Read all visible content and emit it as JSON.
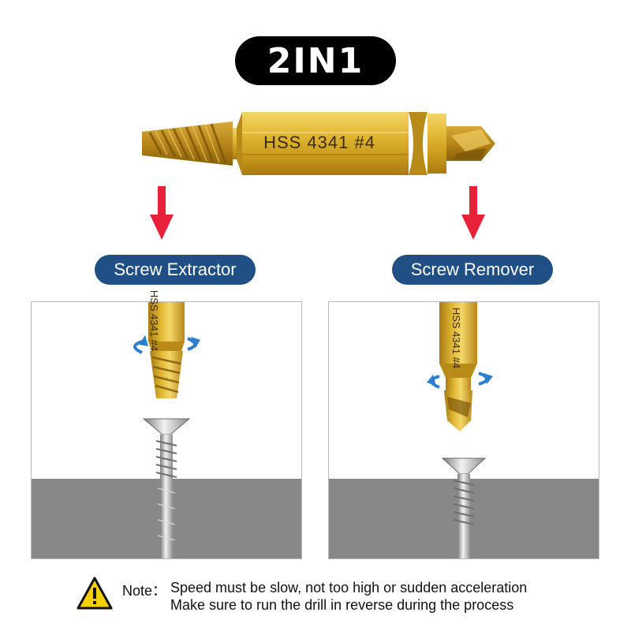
{
  "title": "2IN1",
  "bit_engraving": "HSS 4341 #4",
  "left_label": "Screw Extractor",
  "right_label": "Screw Remover",
  "note": {
    "label": "Note：",
    "line1": "Speed must be slow, not too high or sudden acceleration",
    "line2": "Make sure to run the drill in reverse during the process"
  },
  "icons": {
    "warning": "warning-triangle-icon",
    "arrow": "down-arrow-icon",
    "rotate": "rotate-arrow-icon"
  },
  "colors": {
    "title_bg": "#000000",
    "label_bg": "#1f4f84",
    "arrow": "#e8213a",
    "rotation_arrow": "#2b7fd0",
    "bit_gold": "#d9b02a",
    "ground": "#888888",
    "warning_yellow": "#f5d000"
  }
}
